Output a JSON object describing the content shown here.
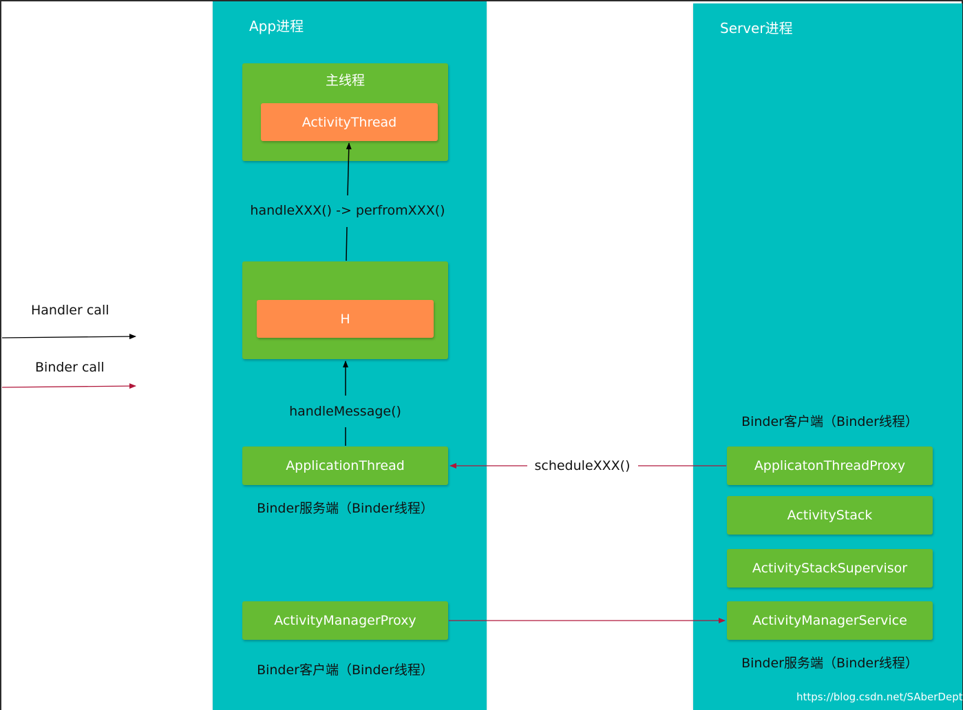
{
  "colors": {
    "lane": "#00bfbf",
    "green_box": "#66bb33",
    "orange_box": "#ff8c4a",
    "handler_arrow": "#000000",
    "binder_arrow": "#b0163a"
  },
  "legend": {
    "handler_label": "Handler call",
    "binder_label": "Binder call"
  },
  "app_lane": {
    "title": "App进程",
    "main_thread": {
      "title": "主线程",
      "activity_thread": "ActivityThread"
    },
    "handle_label": "handleXXX() -> perfromXXX()",
    "h_box": "H",
    "handle_message_label": "handleMessage()",
    "application_thread": "ApplicationThread",
    "binder_server_caption": "Binder服务端（Binder线程）",
    "activity_manager_proxy": "ActivityManagerProxy",
    "binder_client_caption": "Binder客户端（Binder线程）"
  },
  "middle": {
    "schedule_label": "scheduleXXX()"
  },
  "server_lane": {
    "title": "Server进程",
    "binder_client_caption": "Binder客户端（Binder线程）",
    "application_thread_proxy": "ApplicatonThreadProxy",
    "activity_stack": "ActivityStack",
    "activity_stack_supervisor": "ActivityStackSupervisor",
    "activity_manager_service": "ActivityManagerService",
    "binder_server_caption": "Binder服务端（Binder线程）"
  },
  "watermark": "https://blog.csdn.net/SAberDepth"
}
